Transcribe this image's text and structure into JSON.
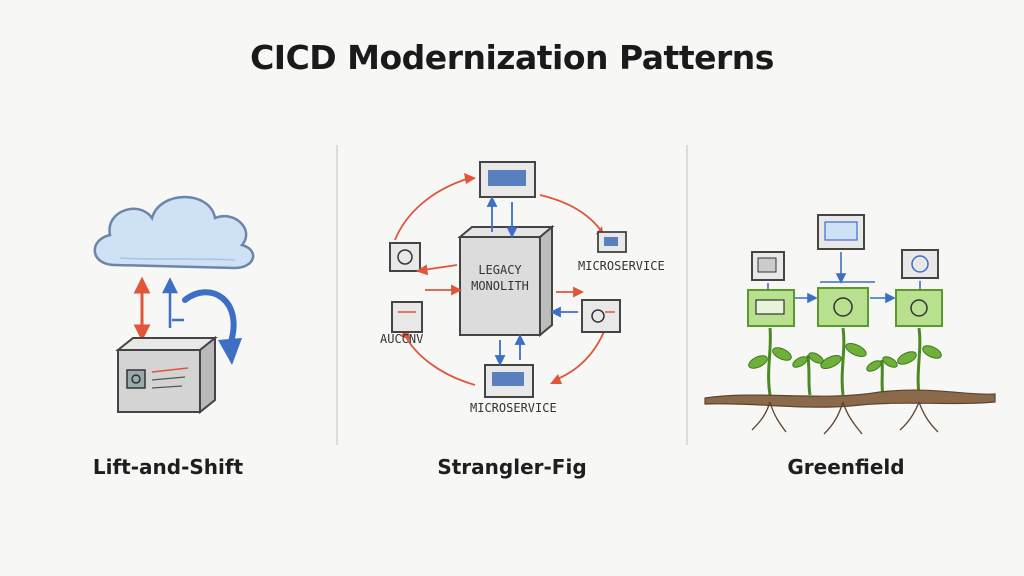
{
  "title": "CICD Modernization Patterns",
  "panels": [
    {
      "caption": "Lift-and-Shift"
    },
    {
      "caption": "Strangler-Fig",
      "labels": {
        "monolith_line1": "LEGACY",
        "monolith_line2": "MONOLITH",
        "right": "MICROSERVICE",
        "bottom": "MICROSERVICE",
        "left": "AUCCNV"
      }
    },
    {
      "caption": "Greenfield"
    }
  ],
  "colors": {
    "cloud_fill": "#cfe1f4",
    "cloud_stroke": "#6b86a8",
    "arrow_red": "#e0563b",
    "arrow_blue": "#3d6fc4",
    "plant_green": "#5a9a2a",
    "box_green": "#8ec65a",
    "soil": "#7a5a3e"
  }
}
